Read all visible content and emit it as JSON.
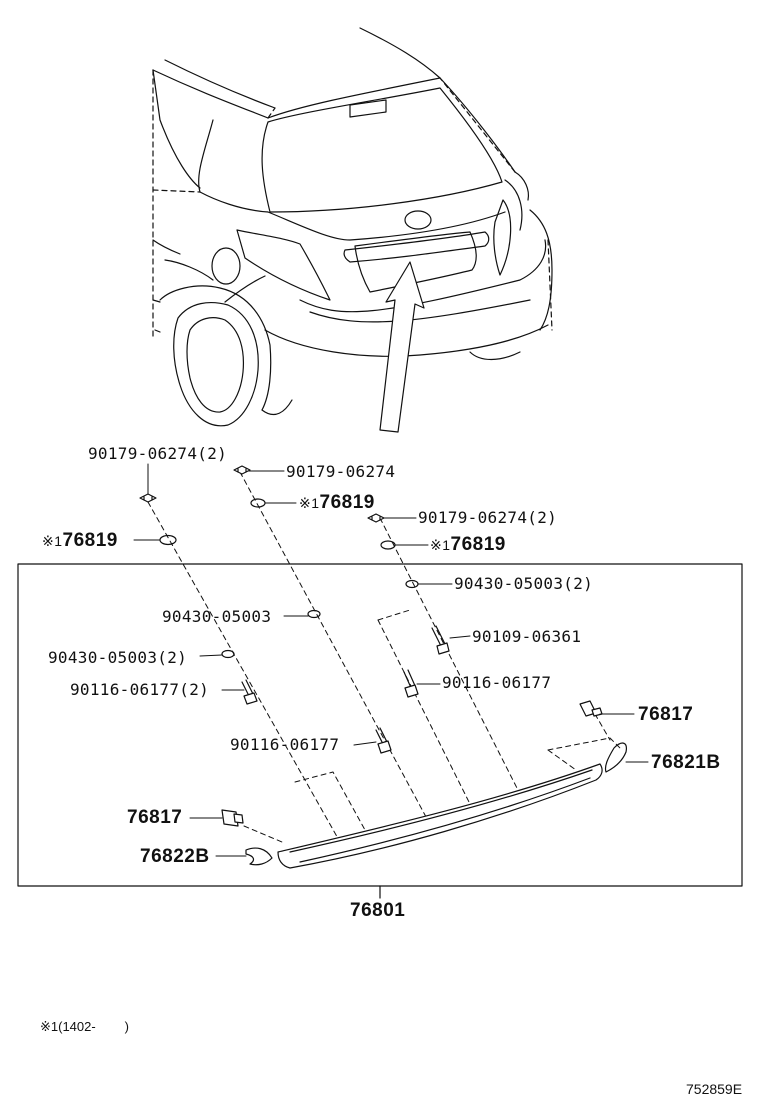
{
  "labels": {
    "screw_top_left": "90179-06274(2)",
    "screw_top_mid": "90179-06274",
    "seal_mid_code": "76819",
    "seal_left_code": "76819",
    "screw_right": "90179-06274(2)",
    "seal_right_code": "76819",
    "washer_right": "90430-05003(2)",
    "washer_mid": "90430-05003",
    "screw_right_long": "90109-06361",
    "washer_left": "90430-05003(2)",
    "bolt_right": "90116-06177",
    "bolt_left": "90116-06177(2)",
    "clip_right": "76817",
    "bolt_mid": "90116-06177",
    "cover_right": "76821B",
    "clip_left": "76817",
    "cover_left": "76822B",
    "assembly": "76801"
  },
  "mark_symbol": "※1",
  "footnote": {
    "mark": "※1",
    "text": "(1402-        )"
  },
  "figure_id": "752859E"
}
